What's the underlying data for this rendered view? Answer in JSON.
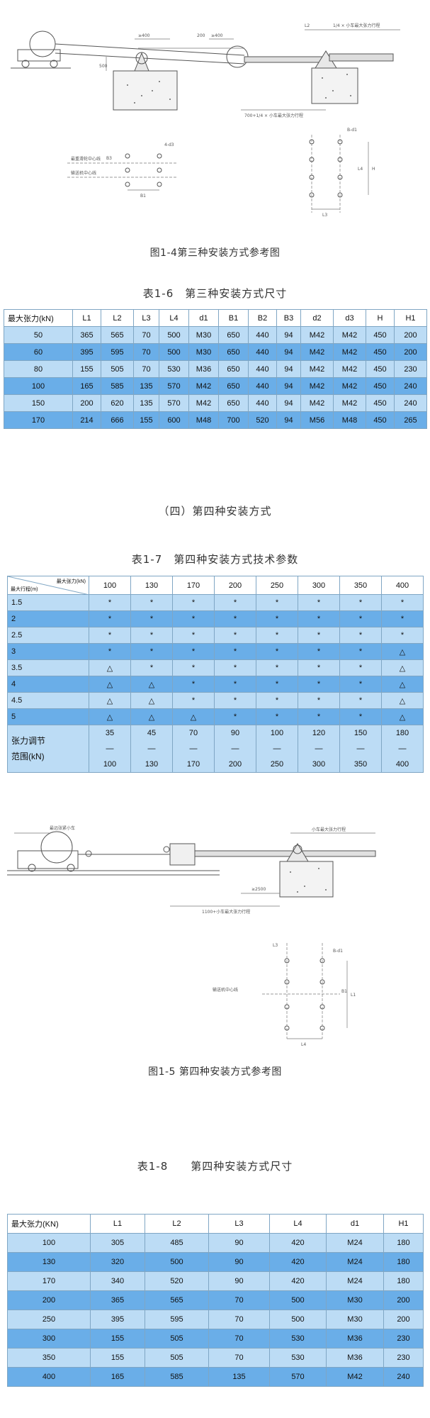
{
  "figure14": {
    "caption": "图1-4第三种安装方式参考图",
    "labels": {
      "dim400a": "≥400",
      "dim400b": "≥400",
      "dim200": "200",
      "dim500": "500",
      "l2": "L2",
      "top_note": "1/4 × 小车最大张力行程",
      "bottom_note": "700+1/4 × 小车最大张力行程",
      "b_d1": "B-d1",
      "d3": "4-d3",
      "center_line1": "最重滑轮中心线",
      "center_line2": "输送机中心线",
      "b1": "B1",
      "b3": "B3",
      "l3": "L3",
      "l4": "L4",
      "h": "H"
    }
  },
  "table16": {
    "title": "表1-6　第三种安装方式尺寸",
    "headers": [
      "最大张力(kN)",
      "L1",
      "L2",
      "L3",
      "L4",
      "d1",
      "B1",
      "B2",
      "B3",
      "d2",
      "d3",
      "H",
      "H1"
    ],
    "rows": [
      [
        "50",
        "365",
        "565",
        "70",
        "500",
        "M30",
        "650",
        "440",
        "94",
        "M42",
        "M42",
        "450",
        "200"
      ],
      [
        "60",
        "395",
        "595",
        "70",
        "500",
        "M30",
        "650",
        "440",
        "94",
        "M42",
        "M42",
        "450",
        "200"
      ],
      [
        "80",
        "155",
        "505",
        "70",
        "530",
        "M36",
        "650",
        "440",
        "94",
        "M42",
        "M42",
        "450",
        "230"
      ],
      [
        "100",
        "165",
        "585",
        "135",
        "570",
        "M42",
        "650",
        "440",
        "94",
        "M42",
        "M42",
        "450",
        "240"
      ],
      [
        "150",
        "200",
        "620",
        "135",
        "570",
        "M42",
        "650",
        "440",
        "94",
        "M42",
        "M42",
        "450",
        "240"
      ],
      [
        "170",
        "214",
        "666",
        "155",
        "600",
        "M48",
        "700",
        "520",
        "94",
        "M56",
        "M48",
        "450",
        "265"
      ]
    ]
  },
  "section4": {
    "heading": "（四）第四种安装方式"
  },
  "table17": {
    "title": "表1-7　第四种安装方式技术参数",
    "corner_top": "最大张力(kN)",
    "corner_bottom": "最大行程(m)",
    "tension_cols": [
      "100",
      "130",
      "170",
      "200",
      "250",
      "300",
      "350",
      "400"
    ],
    "rows": [
      {
        "stroke": "1.5",
        "cells": [
          "*",
          "*",
          "*",
          "*",
          "*",
          "*",
          "*",
          "*"
        ]
      },
      {
        "stroke": "2",
        "cells": [
          "*",
          "*",
          "*",
          "*",
          "*",
          "*",
          "*",
          "*"
        ]
      },
      {
        "stroke": "2.5",
        "cells": [
          "*",
          "*",
          "*",
          "*",
          "*",
          "*",
          "*",
          "*"
        ]
      },
      {
        "stroke": "3",
        "cells": [
          "*",
          "*",
          "*",
          "*",
          "*",
          "*",
          "*",
          "△"
        ]
      },
      {
        "stroke": "3.5",
        "cells": [
          "△",
          "*",
          "*",
          "*",
          "*",
          "*",
          "*",
          "△"
        ]
      },
      {
        "stroke": "4",
        "cells": [
          "△",
          "△",
          "*",
          "*",
          "*",
          "*",
          "*",
          "△"
        ]
      },
      {
        "stroke": "4.5",
        "cells": [
          "△",
          "△",
          "*",
          "*",
          "*",
          "*",
          "*",
          "△"
        ]
      },
      {
        "stroke": "5",
        "cells": [
          "△",
          "△",
          "△",
          "*",
          "*",
          "*",
          "*",
          "△"
        ]
      }
    ],
    "range_label_1": "张力调节",
    "range_label_2": "范围(kN)",
    "range_low": [
      "35",
      "45",
      "70",
      "90",
      "100",
      "120",
      "150",
      "180"
    ],
    "range_high": [
      "100",
      "130",
      "170",
      "200",
      "250",
      "300",
      "350",
      "400"
    ]
  },
  "figure15": {
    "caption": "图1-5 第四种安装方式参考图",
    "labels": {
      "car": "最远张紧小车",
      "top_note": "小车最大张力行程",
      "dim2500": "≥2500",
      "bottom_note": "1100+小车最大张力行程",
      "l3": "L3",
      "b_d1": "B-d1",
      "center_line": "输送机中心线",
      "b1": "B1",
      "l1": "L1",
      "l4": "L4"
    }
  },
  "table18": {
    "title": "表1-8　　第四种安装方式尺寸",
    "headers": [
      "最大张力(KN)",
      "L1",
      "L2",
      "L3",
      "L4",
      "d1",
      "H1"
    ],
    "rows": [
      [
        "100",
        "305",
        "485",
        "90",
        "420",
        "M24",
        "180"
      ],
      [
        "130",
        "320",
        "500",
        "90",
        "420",
        "M24",
        "180"
      ],
      [
        "170",
        "340",
        "520",
        "90",
        "420",
        "M24",
        "180"
      ],
      [
        "200",
        "365",
        "565",
        "70",
        "500",
        "M30",
        "200"
      ],
      [
        "250",
        "395",
        "595",
        "70",
        "500",
        "M30",
        "200"
      ],
      [
        "300",
        "155",
        "505",
        "70",
        "530",
        "M36",
        "230"
      ],
      [
        "350",
        "155",
        "505",
        "70",
        "530",
        "M36",
        "230"
      ],
      [
        "400",
        "165",
        "585",
        "135",
        "570",
        "M42",
        "240"
      ]
    ]
  }
}
